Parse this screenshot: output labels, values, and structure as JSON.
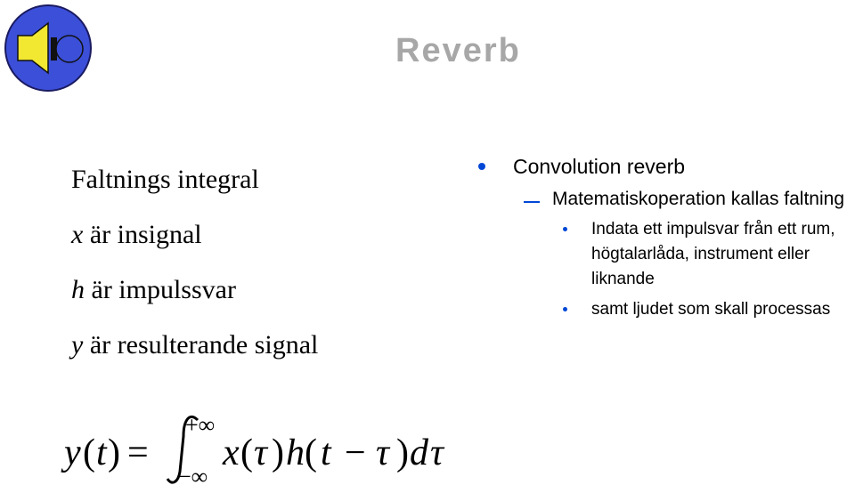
{
  "colors": {
    "title": "#a7a7a7",
    "accent": "#0047d6",
    "logo_circle": "#3b4fd8",
    "logo_speaker": "#f2e832",
    "text": "#000000"
  },
  "logo": {
    "icon": "speaker-icon"
  },
  "title": "Reverb",
  "left": {
    "line1": "Faltnings integral",
    "line2_var": "x",
    "line2_rest": " är insignal",
    "line3_var": "h",
    "line3_rest": " är impulssvar",
    "line4_var": "y",
    "line4_rest": " är resulterande signal"
  },
  "right": {
    "bullet1": "Convolution reverb",
    "sub1": "Matematiskoperation kallas faltning",
    "subsub1": "Indata ett impulsvar från ett rum, högtalarlåda, instrument eller liknande",
    "subsub2": "samt ljudet som skall processas"
  },
  "formula": {
    "lhs_y": "y",
    "lhs_open": "(",
    "lhs_t": "t",
    "lhs_close": ")",
    "equals": "=",
    "upper_limit": "+∞",
    "lower_limit": "−∞",
    "x": "x",
    "tau1": "τ",
    "h": "h",
    "t2": "t",
    "minus": "−",
    "tau2": "τ",
    "d": "d",
    "tau3": "τ"
  }
}
